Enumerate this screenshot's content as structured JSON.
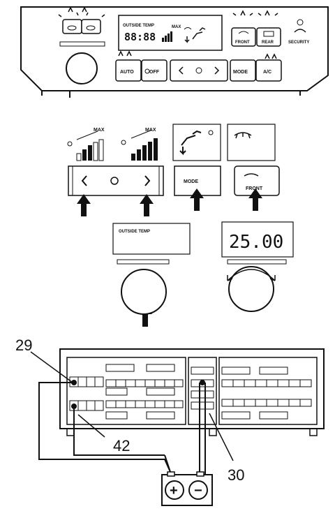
{
  "panel": {
    "outside_temp_label": "OUTSIDE TEMP",
    "display_digits": "88:88",
    "max_label": "MAX",
    "front_label": "FRONT",
    "rear_label": "REAR",
    "security_label": "SECURITY",
    "auto_label": "AUTO",
    "off_label": "OFF",
    "mode_label": "MODE",
    "ac_label": "A/C"
  },
  "detail": {
    "max_label_1": "MAX",
    "max_label_2": "MAX",
    "mode_label": "MODE",
    "front_label": "FRONT",
    "outside_temp_label": "OUTSIDE TEMP",
    "temp_readout": "25.00"
  },
  "connector": {
    "terminal_29": "29",
    "terminal_42": "42",
    "terminal_30": "30",
    "battery_plus": "+",
    "battery_minus": "−"
  }
}
